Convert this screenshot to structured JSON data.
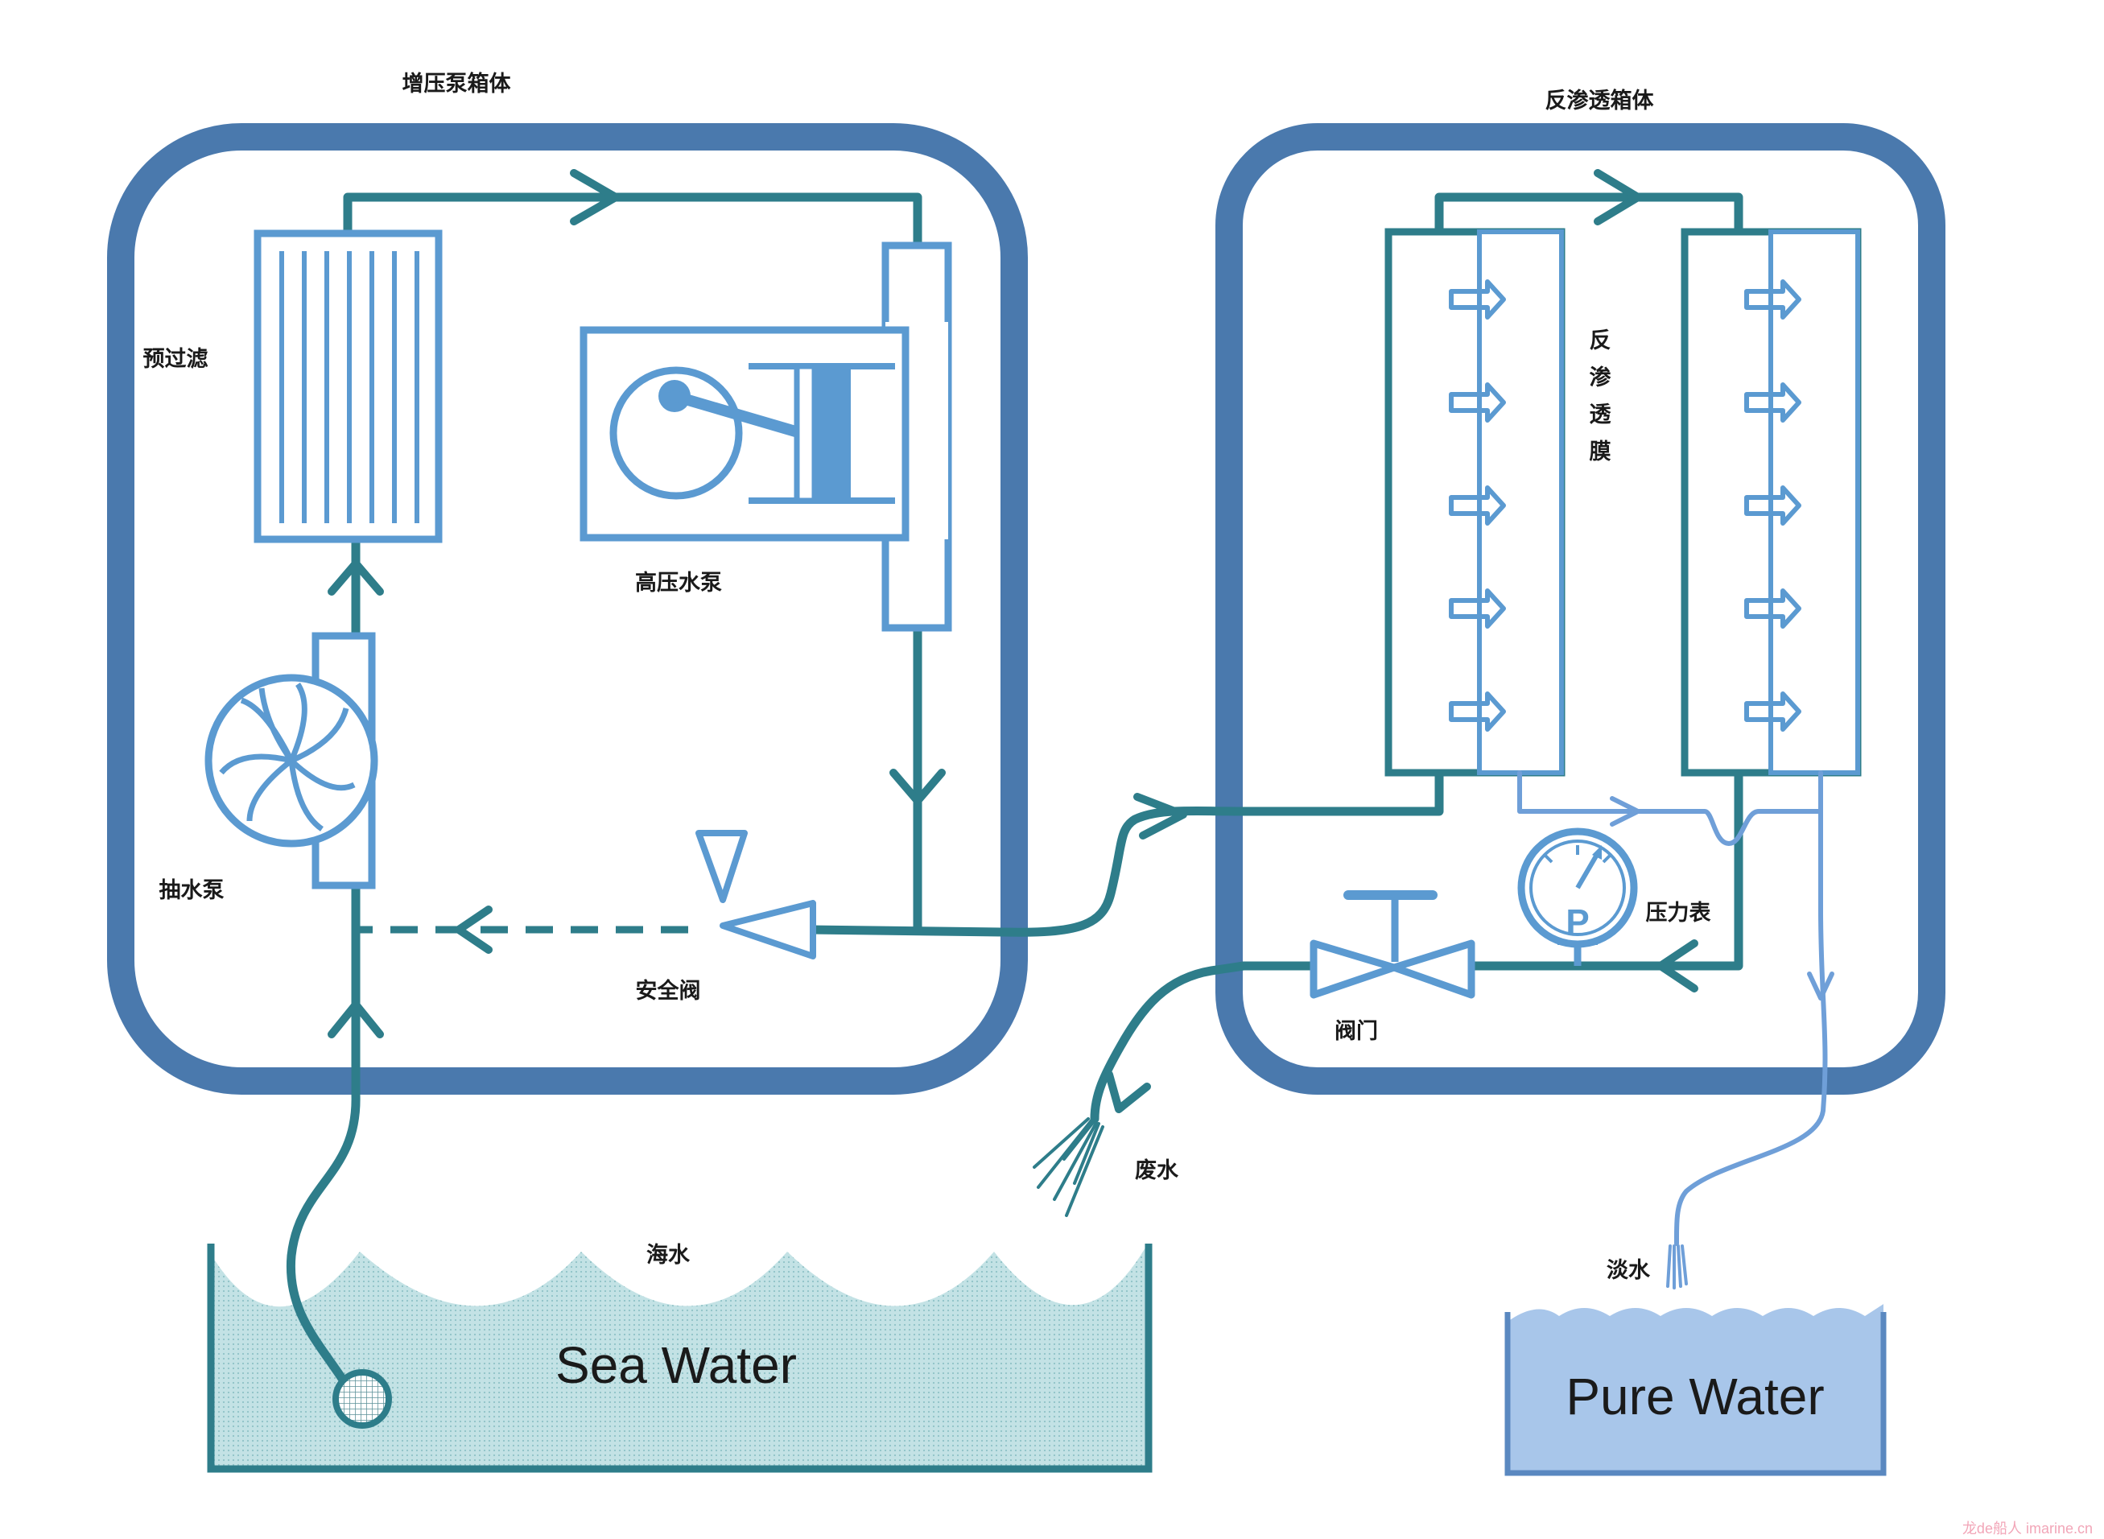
{
  "labels": {
    "booster_box": "增压泵箱体",
    "ro_box": "反渗透箱体",
    "prefilter": "预过滤",
    "hp_pump": "高压水泵",
    "lift_pump": "抽水泵",
    "safety_valve": "安全阀",
    "membrane": [
      "反",
      "渗",
      "透",
      "膜"
    ],
    "gauge": "压力表",
    "valve": "阀门",
    "waste": "废水",
    "seawater_cn": "海水",
    "freshwater_cn": "淡水",
    "sea_water": "Sea Water",
    "pure_water": "Pure Water",
    "gauge_letter": "P",
    "watermark": "龙de船人 imarine.cn"
  },
  "colors": {
    "box": "#4a79ad",
    "pipe": "#2e7d8a",
    "component": "#5b9ad1",
    "light_pipe": "#6f9fd8",
    "sea_fill": "#b9dde0",
    "pure_fill": "#a8c6ea"
  }
}
